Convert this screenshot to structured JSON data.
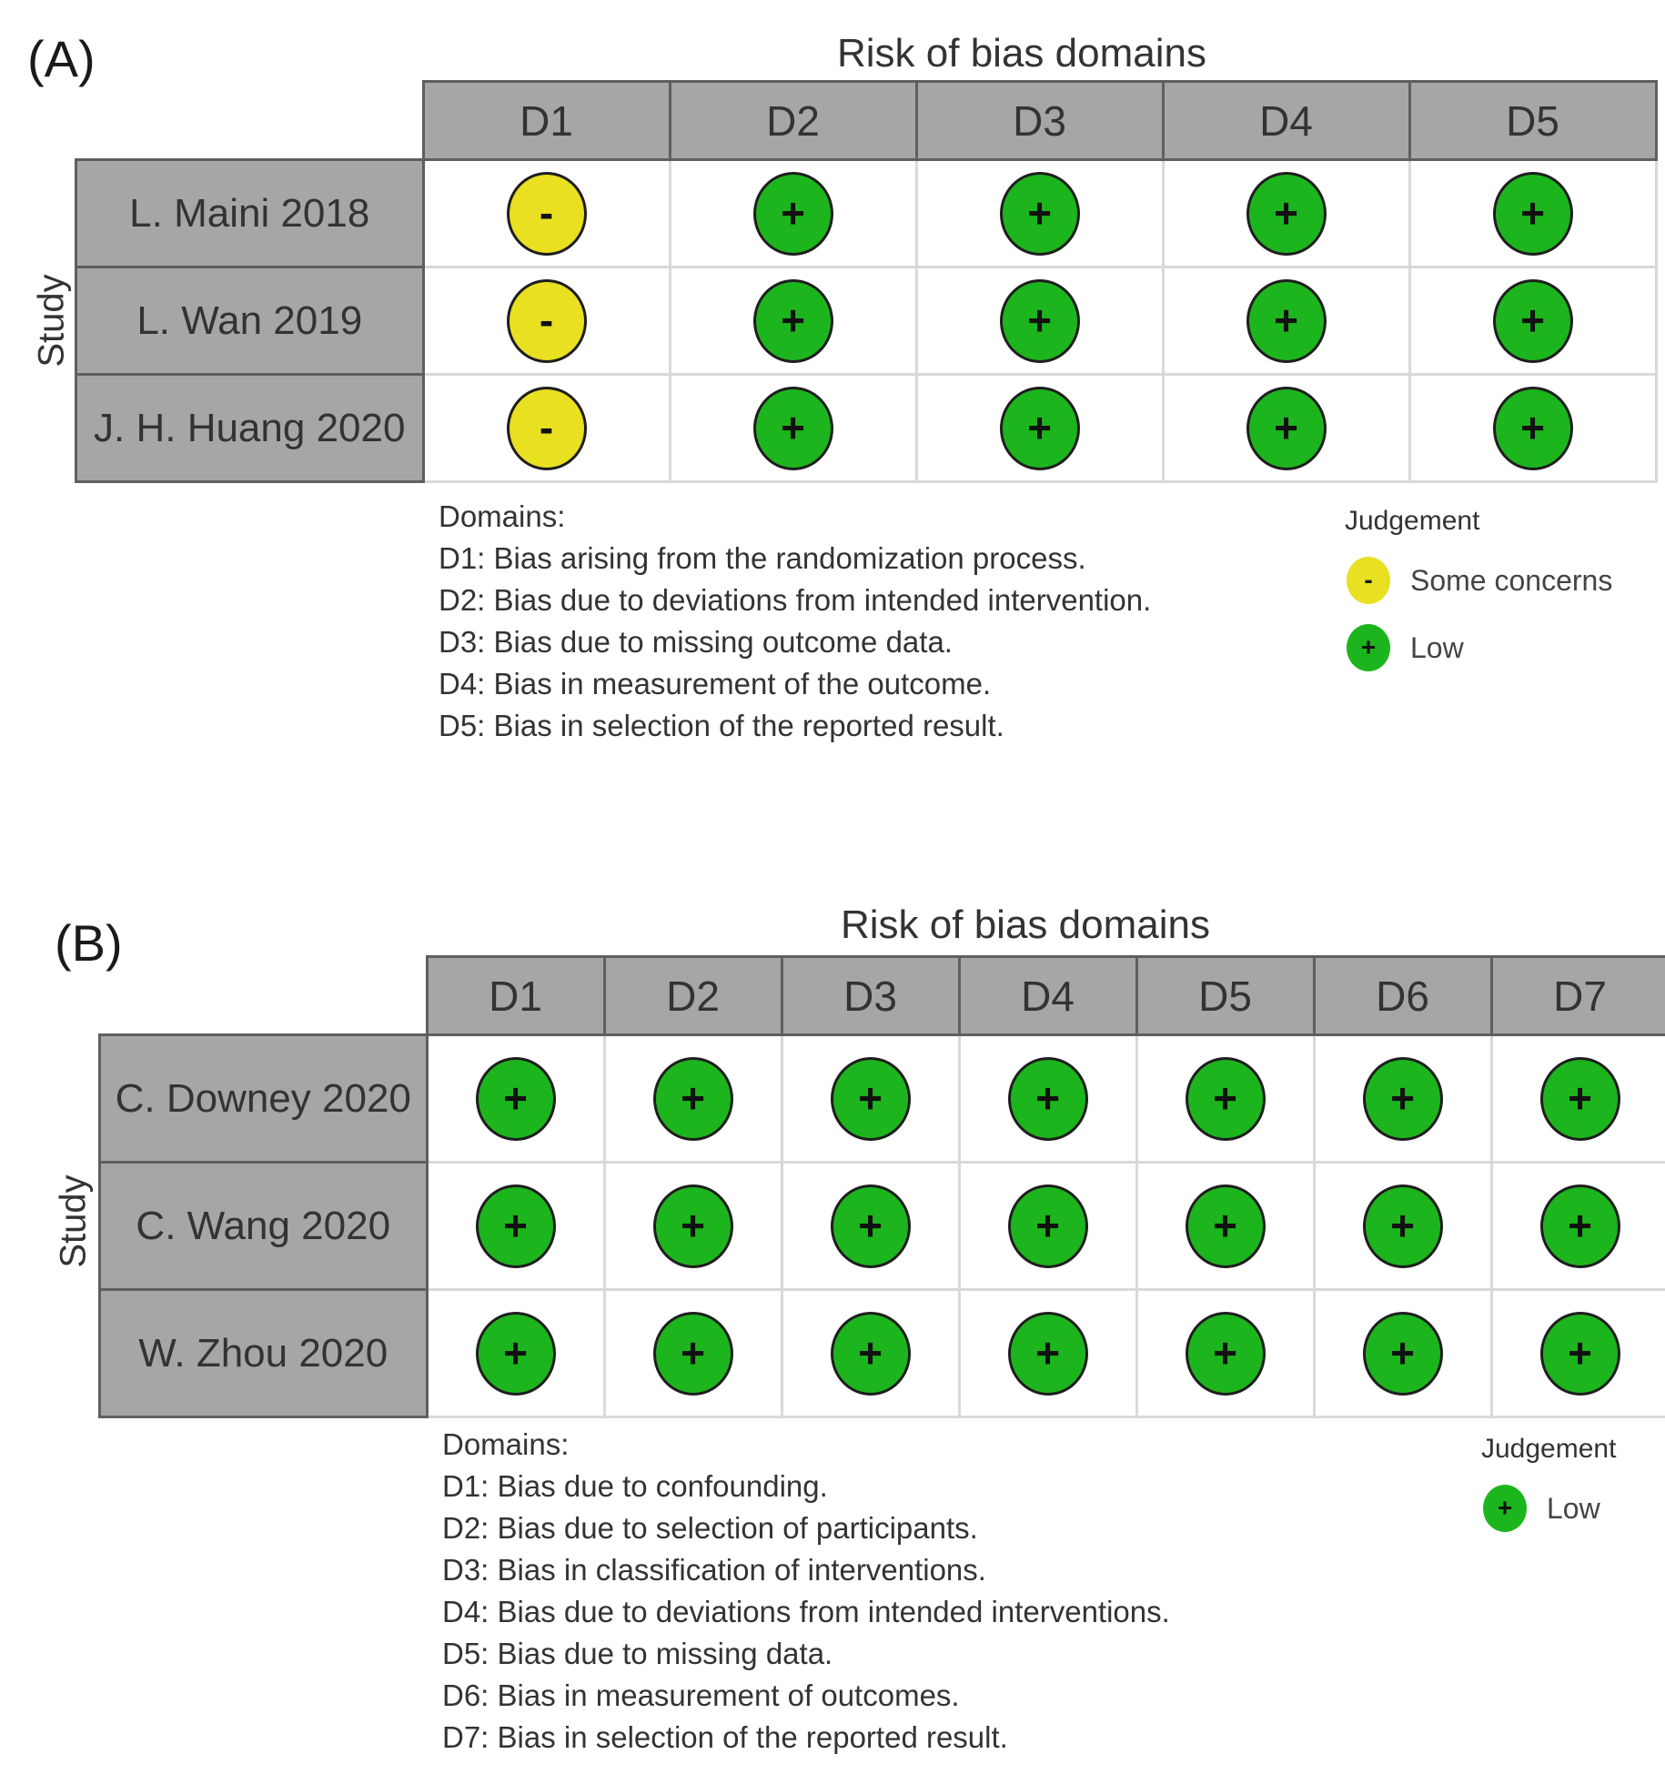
{
  "colors": {
    "low": "#1db51d",
    "some_concerns": "#e8e021",
    "header_bg": "#a6a6a6"
  },
  "chart_data": [
    {
      "type": "table",
      "panel_label": "(A)",
      "title": "Risk of bias domains",
      "ylabel": "Study",
      "columns": [
        "D1",
        "D2",
        "D3",
        "D4",
        "D5"
      ],
      "rows": [
        {
          "study": "L. Maini 2018",
          "values": [
            "Some concerns",
            "Low",
            "Low",
            "Low",
            "Low"
          ]
        },
        {
          "study": "L. Wan 2019",
          "values": [
            "Some concerns",
            "Low",
            "Low",
            "Low",
            "Low"
          ]
        },
        {
          "study": "J. H. Huang 2020",
          "values": [
            "Some concerns",
            "Low",
            "Low",
            "Low",
            "Low"
          ]
        }
      ],
      "domains_heading": "Domains:",
      "domains": [
        "D1: Bias arising from the randomization process.",
        "D2: Bias due to deviations from intended intervention.",
        "D3: Bias due to missing outcome data.",
        "D4: Bias in measurement of the outcome.",
        "D5: Bias in selection of the reported result."
      ],
      "legend_title": "Judgement",
      "legend": [
        {
          "label": "Some concerns",
          "symbol": "-",
          "color": "#e8e021"
        },
        {
          "label": "Low",
          "symbol": "+",
          "color": "#1db51d"
        }
      ]
    },
    {
      "type": "table",
      "panel_label": "(B)",
      "title": "Risk of bias domains",
      "ylabel": "Study",
      "columns": [
        "D1",
        "D2",
        "D3",
        "D4",
        "D5",
        "D6",
        "D7"
      ],
      "rows": [
        {
          "study": "C. Downey 2020",
          "values": [
            "Low",
            "Low",
            "Low",
            "Low",
            "Low",
            "Low",
            "Low"
          ]
        },
        {
          "study": "C. Wang 2020",
          "values": [
            "Low",
            "Low",
            "Low",
            "Low",
            "Low",
            "Low",
            "Low"
          ]
        },
        {
          "study": "W. Zhou 2020",
          "values": [
            "Low",
            "Low",
            "Low",
            "Low",
            "Low",
            "Low",
            "Low"
          ]
        }
      ],
      "domains_heading": "Domains:",
      "domains": [
        "D1: Bias due to confounding.",
        "D2: Bias due to selection of participants.",
        "D3: Bias in classification of interventions.",
        "D4: Bias due to deviations from intended interventions.",
        "D5: Bias due to missing data.",
        "D6: Bias in measurement of outcomes.",
        "D7: Bias in selection of the reported result."
      ],
      "legend_title": "Judgement",
      "legend": [
        {
          "label": "Low",
          "symbol": "+",
          "color": "#1db51d"
        }
      ]
    }
  ]
}
